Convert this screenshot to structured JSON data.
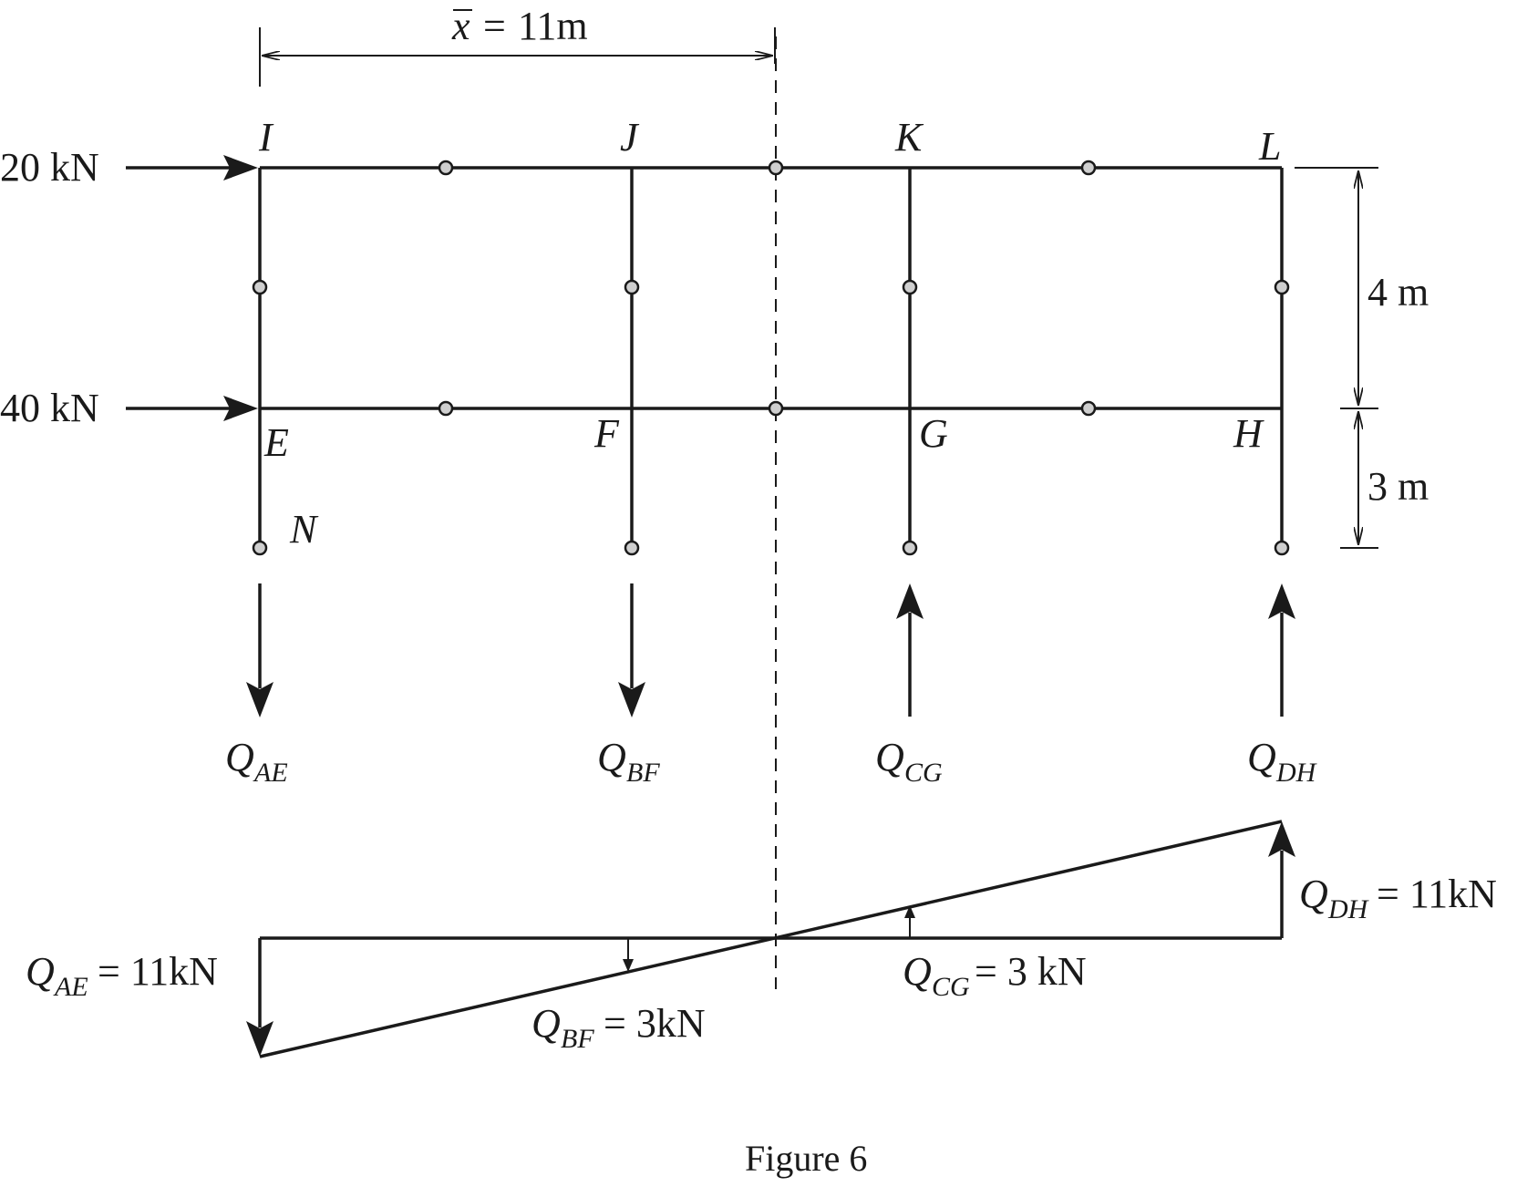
{
  "dimension_top": {
    "xbar": "x",
    "equals": "=",
    "value": "11m"
  },
  "loads": {
    "top": "20 kN",
    "mid": "40 kN"
  },
  "dims_right": {
    "upper": "4 m",
    "lower": "3 m"
  },
  "joints": {
    "I": "I",
    "J": "J",
    "K": "K",
    "L": "L",
    "E": "E",
    "F": "F",
    "G": "G",
    "H": "H",
    "N": "N"
  },
  "forces": [
    {
      "Q": "Q",
      "sub": "AE"
    },
    {
      "Q": "Q",
      "sub": "BF"
    },
    {
      "Q": "Q",
      "sub": "CG"
    },
    {
      "Q": "Q",
      "sub": "DH"
    }
  ],
  "distribution": {
    "AE": {
      "Q": "Q",
      "sub": "AE",
      "text": "= 11kN"
    },
    "BF": {
      "Q": "Q",
      "sub": "BF",
      "text": "= 3kN"
    },
    "CG": {
      "Q": "Q",
      "sub": "CG",
      "text": "= 3 kN"
    },
    "DH": {
      "Q": "Q",
      "sub": "DH",
      "text": "= 11kN"
    }
  },
  "caption": "Figure 6"
}
